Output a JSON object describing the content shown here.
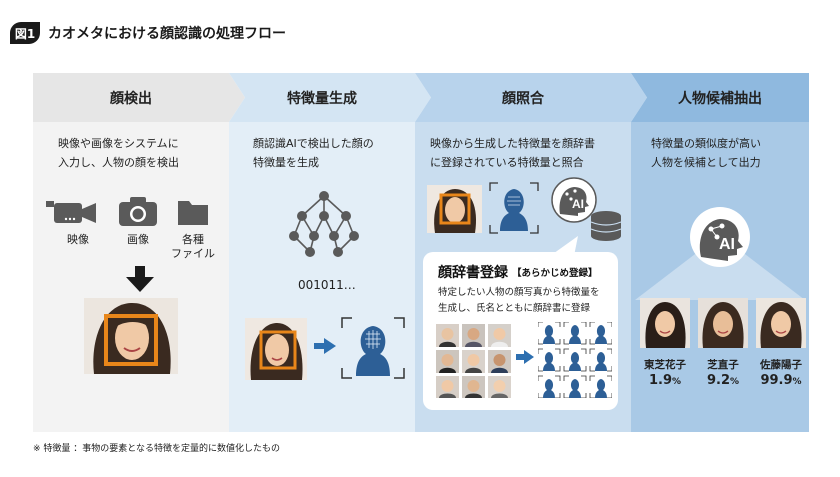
{
  "figure": {
    "badge": "図1",
    "title": "カオメタにおける顔認識の処理フロー"
  },
  "steps": [
    {
      "label": "顔検出"
    },
    {
      "label": "特徴量生成"
    },
    {
      "label": "顔照合"
    },
    {
      "label": "人物候補抽出"
    }
  ],
  "panels": {
    "detect": {
      "desc_line1": "映像や画像をシステムに",
      "desc_line2": "入力し、人物の顔を検出",
      "sources": [
        {
          "label": "映像"
        },
        {
          "label": "画像"
        },
        {
          "label_line1": "各種",
          "label_line2": "ファイル"
        }
      ]
    },
    "feature": {
      "desc_line1": "顔認識AIで検出した顔の",
      "desc_line2": "特徴量を生成",
      "bits": "001011…"
    },
    "match": {
      "desc_line1": "映像から生成した特徴量を顔辞書",
      "desc_line2": "に登録されている特徴量と照合",
      "ai_text": "AI",
      "bubble_title": "顔辞書登録",
      "bubble_sub": "【あらかじめ登録】",
      "bubble_line1": "特定したい人物の顔写真から特徴量を",
      "bubble_line2": "生成し、氏名とともに顔辞書に登録"
    },
    "candidates": {
      "desc_line1": "特徴量の類似度が高い",
      "desc_line2": "人物を候補として出力",
      "ai_text": "AI",
      "people": [
        {
          "name": "東芝花子",
          "score": "1.9",
          "unit": "%"
        },
        {
          "name": "芝直子",
          "score": "9.2",
          "unit": "%"
        },
        {
          "name": "佐藤陽子",
          "score": "99.9",
          "unit": "%"
        }
      ]
    }
  },
  "footnote": "※ 特徴量 ：事物の要素となる特徴を定量的に数値化したもの",
  "colors": {
    "panel1": "#f3f3f3",
    "panel2": "#e3eef7",
    "panel3": "#c9ddef",
    "panel4": "#a9c9e6",
    "accent_orange": "#e8861a",
    "icon_blue": "#2d5f96",
    "icon_gray": "#5a5a5a",
    "arrow_blue": "#2d6fb0"
  }
}
